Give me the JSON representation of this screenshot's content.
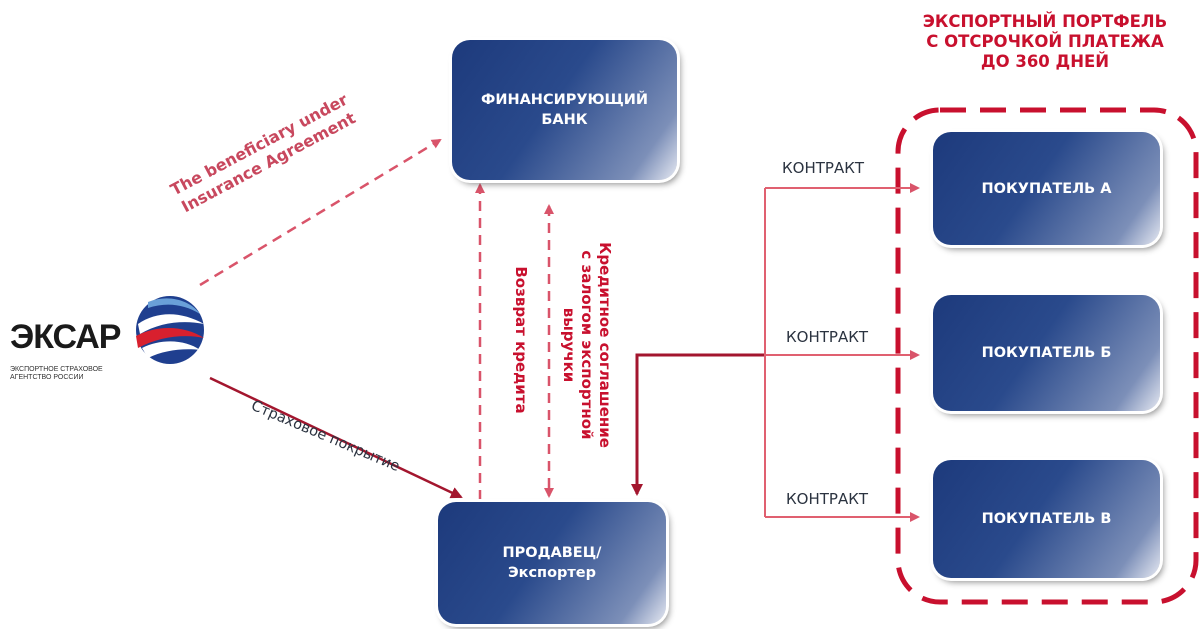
{
  "portfolio_title": "ЭКСПОРТНЫЙ ПОРТФЕЛЬ\nС ОТСРОЧКОЙ ПЛАТЕЖА\nДО 360 ДНЕЙ",
  "nodes": {
    "bank": "ФИНАНСИРУЮЩИЙ\nБАНК",
    "seller": "ПРОДАВЕЦ/\nЭкспортер",
    "buyer_a": "ПОКУПАТЕЛЬ А",
    "buyer_b": "ПОКУПАТЕЛЬ Б",
    "buyer_c": "ПОКУПАТЕЛЬ В"
  },
  "labels": {
    "beneficiary": "The beneficiary under\nInsurance Agreement",
    "insurance_cover": "Страховое покрытие",
    "loan_repayment": "Возврат кредита",
    "credit_agreement": "Кредитное соглашение\nс залогом экспортной\nвыручки",
    "contract_a": "КОНТРАКТ",
    "contract_b": "КОНТРАКТ",
    "contract_c": "КОНТРАКТ"
  },
  "logo": {
    "name": "ЭКСАР",
    "subtitle": "ЭКСПОРТНОЕ СТРАХОВОЕ\nАГЕНТСТВО РОССИИ"
  },
  "colors": {
    "accent_red": "#c8102e",
    "dark_red": "#a3162e",
    "arrow_pink": "#e06070",
    "box_blue": "#1d3a7c"
  }
}
